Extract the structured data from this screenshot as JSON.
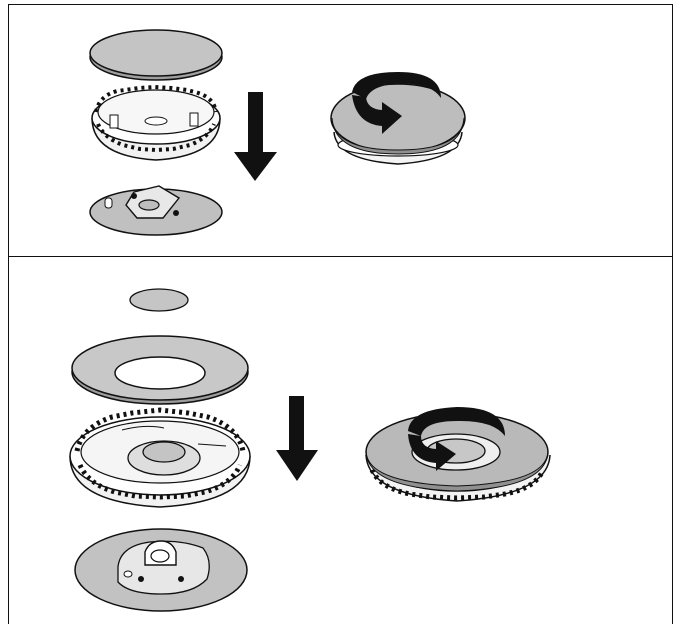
{
  "document": {
    "panels": [
      {
        "name": "small-burner-assembly",
        "parts": [
          "burner-cap",
          "flame-spreader",
          "burner-base"
        ],
        "action_icon": "down-arrow-icon",
        "result_icon": "rotate-arrow-icon"
      },
      {
        "name": "wok-burner-assembly",
        "parts": [
          "inner-cap",
          "outer-ring-cap",
          "flame-spreader",
          "burner-base"
        ],
        "action_icon": "down-arrow-icon",
        "result_icon": "rotate-arrow-icon"
      }
    ],
    "colors": {
      "line": "#111111",
      "cap_fill": "#bdbdbd",
      "cap_dark": "#9a9a9a",
      "part_fill": "#e6e6e6",
      "background": "#ffffff"
    }
  }
}
